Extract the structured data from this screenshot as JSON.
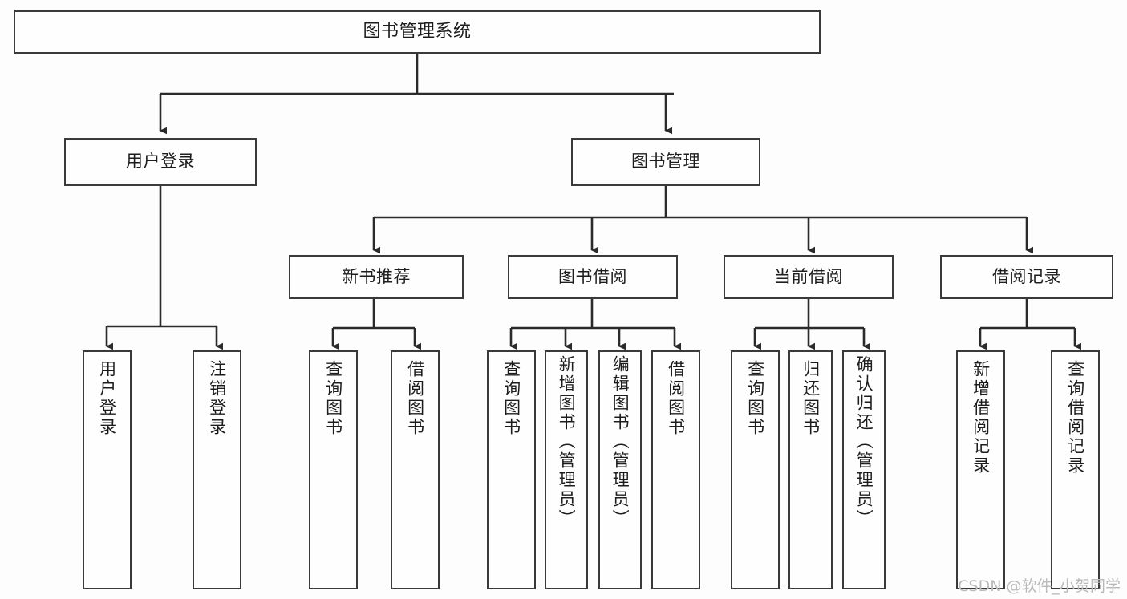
{
  "diagram": {
    "title": "图书管理系统",
    "watermark": "CSDN @软件_小贺同学",
    "colors": {
      "background": "#fdfdfd",
      "node_border": "#3a3a3a",
      "node_fill": "#fefefe",
      "edge": "#2b2b2b",
      "text": "#1d1d1d",
      "watermark": "#b9b9b9"
    },
    "nodes": {
      "root": {
        "label": "图书管理系统"
      },
      "level2": [
        {
          "id": "user-login",
          "label": "用户登录"
        },
        {
          "id": "book-manage",
          "label": "图书管理"
        }
      ],
      "level3": [
        {
          "id": "new-book-rec",
          "label": "新书推荐"
        },
        {
          "id": "book-borrow",
          "label": "图书借阅"
        },
        {
          "id": "current-borrow",
          "label": "当前借阅"
        },
        {
          "id": "borrow-record",
          "label": "借阅记录"
        }
      ],
      "leaves": {
        "user_login": [
          {
            "id": "leaf-user-login",
            "label": "用户登录"
          },
          {
            "id": "leaf-user-logout",
            "label": "注销登录"
          }
        ],
        "new_book_rec": [
          {
            "id": "leaf-query-book-1",
            "label": "查询图书"
          },
          {
            "id": "leaf-borrow-book-1",
            "label": "借阅图书"
          }
        ],
        "book_borrow": [
          {
            "id": "leaf-query-book-2",
            "label": "查询图书"
          },
          {
            "id": "leaf-add-book",
            "label": "新增图书（管理员）"
          },
          {
            "id": "leaf-edit-book",
            "label": "编辑图书（管理员）"
          },
          {
            "id": "leaf-borrow-book-2",
            "label": "借阅图书"
          }
        ],
        "current_borrow": [
          {
            "id": "leaf-query-book-3",
            "label": "查询图书"
          },
          {
            "id": "leaf-return-book",
            "label": "归还图书"
          },
          {
            "id": "leaf-confirm-return",
            "label": "确认归还（管理员）"
          }
        ],
        "borrow_record": [
          {
            "id": "leaf-add-record",
            "label": "新增借阅记录"
          },
          {
            "id": "leaf-query-record",
            "label": "查询借阅记录"
          }
        ]
      }
    }
  }
}
